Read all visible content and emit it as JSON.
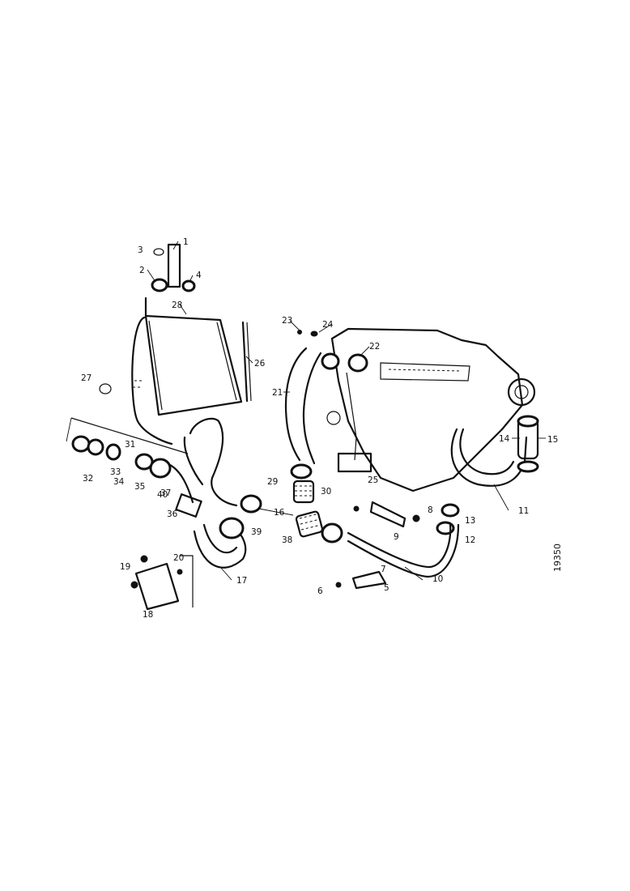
{
  "figure_ref": "19350",
  "callouts": [
    "1",
    "2",
    "3",
    "4",
    "5",
    "6",
    "7",
    "8",
    "9",
    "10",
    "11",
    "12",
    "13",
    "14",
    "15",
    "16",
    "17",
    "18",
    "19",
    "20",
    "21",
    "22",
    "23",
    "24",
    "25",
    "26",
    "27",
    "28",
    "29",
    "30",
    "31",
    "32",
    "33",
    "34",
    "35",
    "36",
    "37",
    "38",
    "39",
    "40"
  ]
}
